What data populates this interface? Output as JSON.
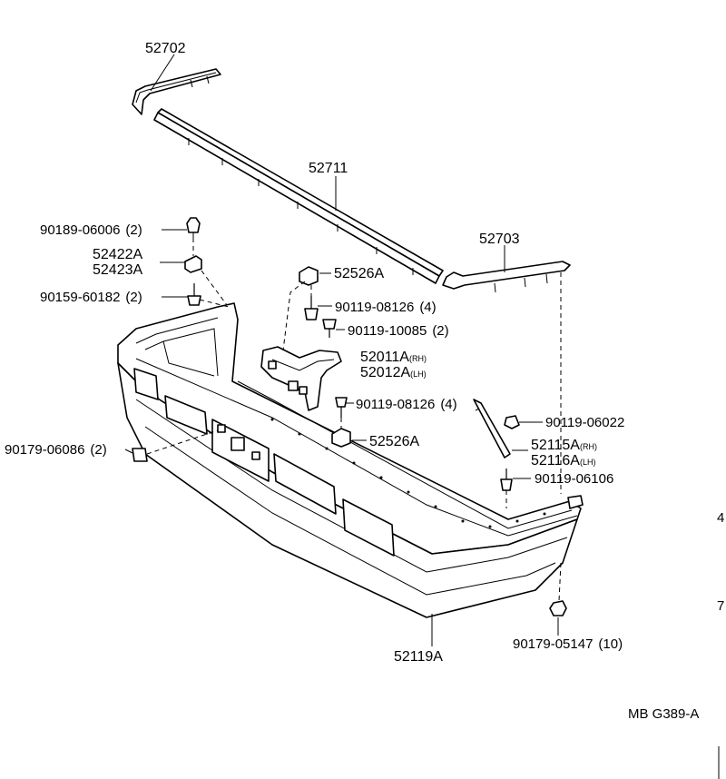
{
  "diagram_code": "MB G389-A",
  "margin_marks": [
    "4",
    "7"
  ],
  "parts": {
    "moulding_left": {
      "number": "52702"
    },
    "moulding_center": {
      "number": "52711"
    },
    "moulding_right": {
      "number": "52703"
    },
    "clip_top": {
      "number": "90189-06006",
      "qty": "(2)"
    },
    "retainer_rh": {
      "number": "52422A"
    },
    "retainer_lh": {
      "number": "52423A"
    },
    "screw_left": {
      "number": "90159-60182",
      "qty": "(2)"
    },
    "spacer_upper": {
      "number": "52526A"
    },
    "bolt_upper": {
      "number": "90119-08126",
      "qty": "(4)"
    },
    "bolt_center": {
      "number": "90119-10085",
      "qty": "(2)"
    },
    "reinforcement_rh": {
      "number": "52011A",
      "side": "(RH)"
    },
    "reinforcement_lh": {
      "number": "52012A",
      "side": "(LH)"
    },
    "bolt_lower": {
      "number": "90119-08126",
      "qty": "(4)"
    },
    "bolt_stay": {
      "number": "90119-06022"
    },
    "stay_rh": {
      "number": "52115A",
      "side": "(RH)"
    },
    "stay_lh": {
      "number": "52116A",
      "side": "(LH)"
    },
    "bolt_stay_lower": {
      "number": "90119-06106"
    },
    "clip_side": {
      "number": "90179-06086",
      "qty": "(2)"
    },
    "spacer_lower": {
      "number": "52526A"
    },
    "bumper_cover": {
      "number": "52119A"
    },
    "nut_bottom": {
      "number": "90179-05147",
      "qty": "(10)"
    }
  }
}
